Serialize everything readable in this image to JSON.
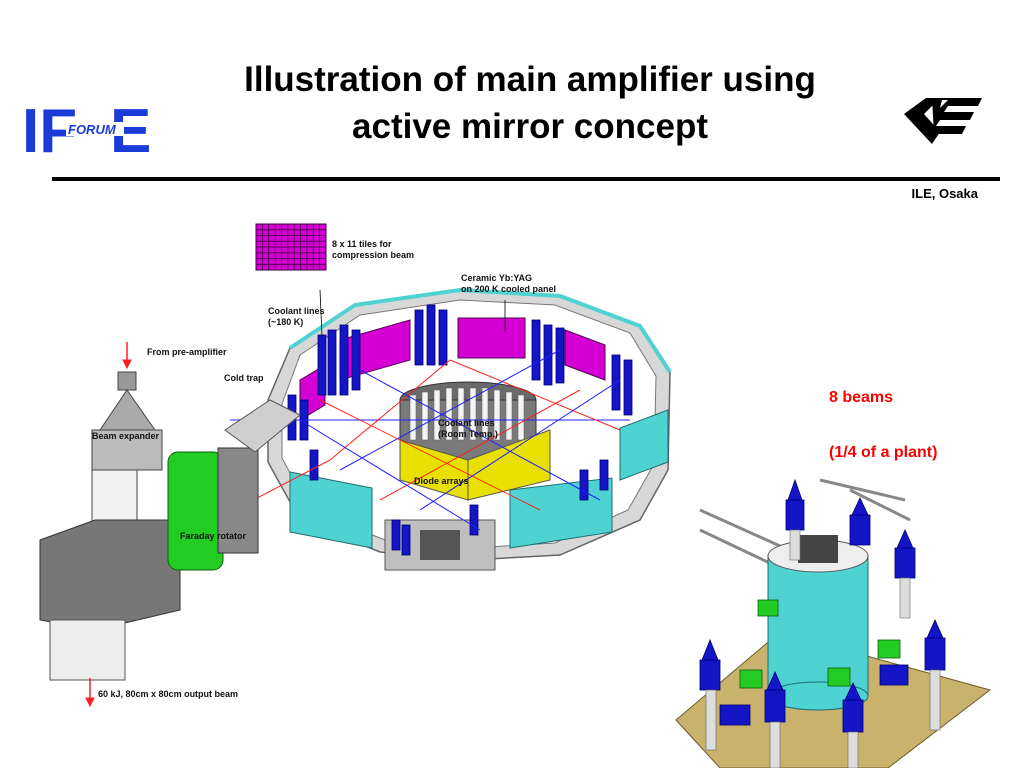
{
  "header": {
    "title_line1": "Illustration of main amplifier using",
    "title_line2": "active mirror concept",
    "affiliation": "ILE, Osaka"
  },
  "logos": {
    "left": {
      "letters_left": "IF",
      "letters_right": "E",
      "inner": "FORUM",
      "color": "#1b3bd6"
    }
  },
  "labels": {
    "tiles": [
      "8 x 11 tiles for",
      "compression beam"
    ],
    "ceramic": [
      "Ceramic Yb:YAG",
      "on 200 K cooled panel"
    ],
    "coolant_cold": [
      "Coolant lines",
      "(~180 K)"
    ],
    "from_preamp": "From pre-amplifier",
    "cold_trap": "Cold trap",
    "beam_expander": "Beam expander",
    "coolant_room": [
      "Coolant lines",
      "(Room Temp.)"
    ],
    "diode_arrays": "Diode arrays",
    "faraday": "Faraday rotator",
    "output_beam": "60 kJ, 80cm x 80cm output beam"
  },
  "notes": {
    "beams": "8 beams",
    "plant": "(1/4 of a plant)"
  },
  "colors": {
    "magenta": "#d400d4",
    "blue": "#1515c8",
    "cyan": "#4fd2d2",
    "yellow": "#e8e000",
    "green": "#22cc22",
    "red_text": "#ff0000"
  }
}
